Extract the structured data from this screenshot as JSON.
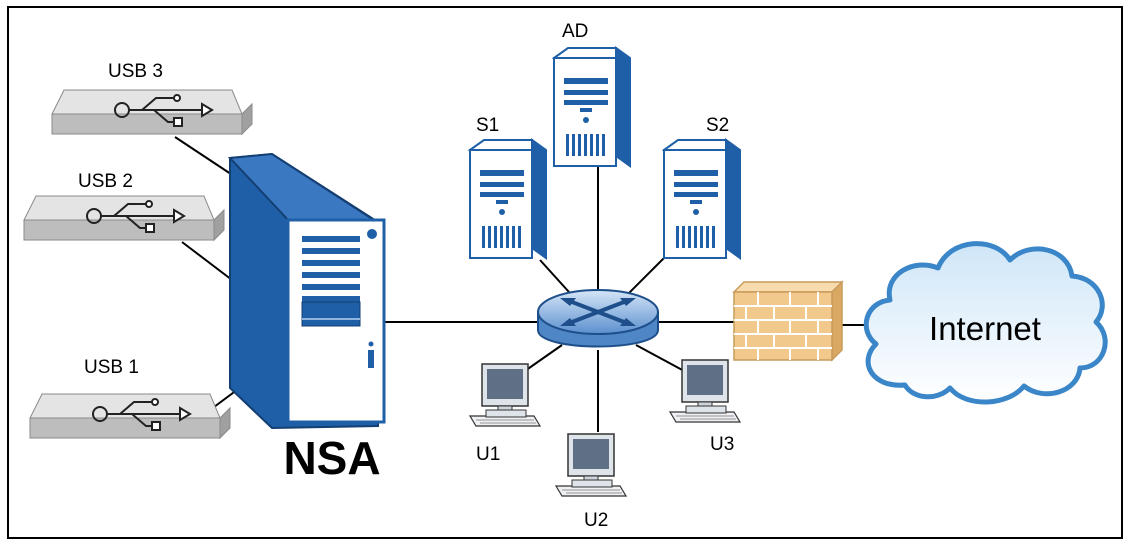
{
  "labels": {
    "usb3": "USB 3",
    "usb2": "USB 2",
    "usb1": "USB 1",
    "nsa": "NSA",
    "ad": "AD",
    "s1": "S1",
    "s2": "S2",
    "u1": "U1",
    "u2": "U2",
    "u3": "U3",
    "internet": "Internet"
  },
  "colors": {
    "server_blue": "#1f5fa8",
    "server_light": "#eaf2fb",
    "router_blue": "#4f86c6",
    "firewall": "#f2c98c",
    "cloud": "#3a86c8",
    "usb_gray": "#c8c8c8",
    "monitor_screen": "#5e6f86"
  },
  "icons": {
    "usb": "usb-drive-icon",
    "nas": "nas-server-icon",
    "server": "server-tower-icon",
    "router": "router-icon",
    "pc": "desktop-computer-icon",
    "firewall": "firewall-icon",
    "cloud": "internet-cloud-icon"
  }
}
